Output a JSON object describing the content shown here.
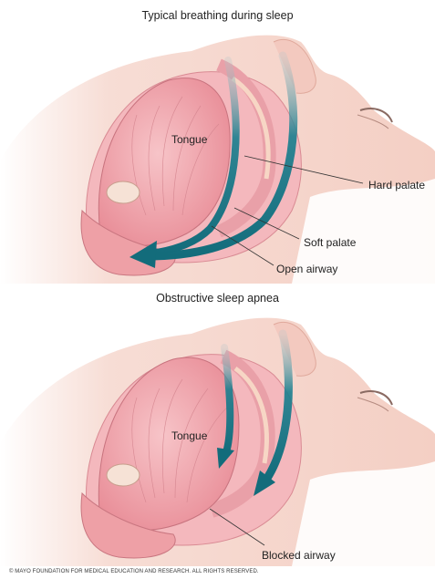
{
  "panels": [
    {
      "title": "Typical breathing during sleep",
      "labels": {
        "tongue": "Tongue",
        "hard_palate": "Hard palate",
        "soft_palate": "Soft palate",
        "airway": "Open airway"
      }
    },
    {
      "title": "Obstructive sleep apnea",
      "labels": {
        "tongue": "Tongue",
        "airway": "Blocked airway"
      }
    }
  ],
  "copyright": "© MAYO FOUNDATION FOR MEDICAL EDUCATION AND RESEARCH. ALL RIGHTS RESERVED.",
  "colors": {
    "skin": "#f6d6cc",
    "tissue": "#f0a8ae",
    "tongue": "#f3b6bc",
    "airflow": "#1a7f8f"
  }
}
